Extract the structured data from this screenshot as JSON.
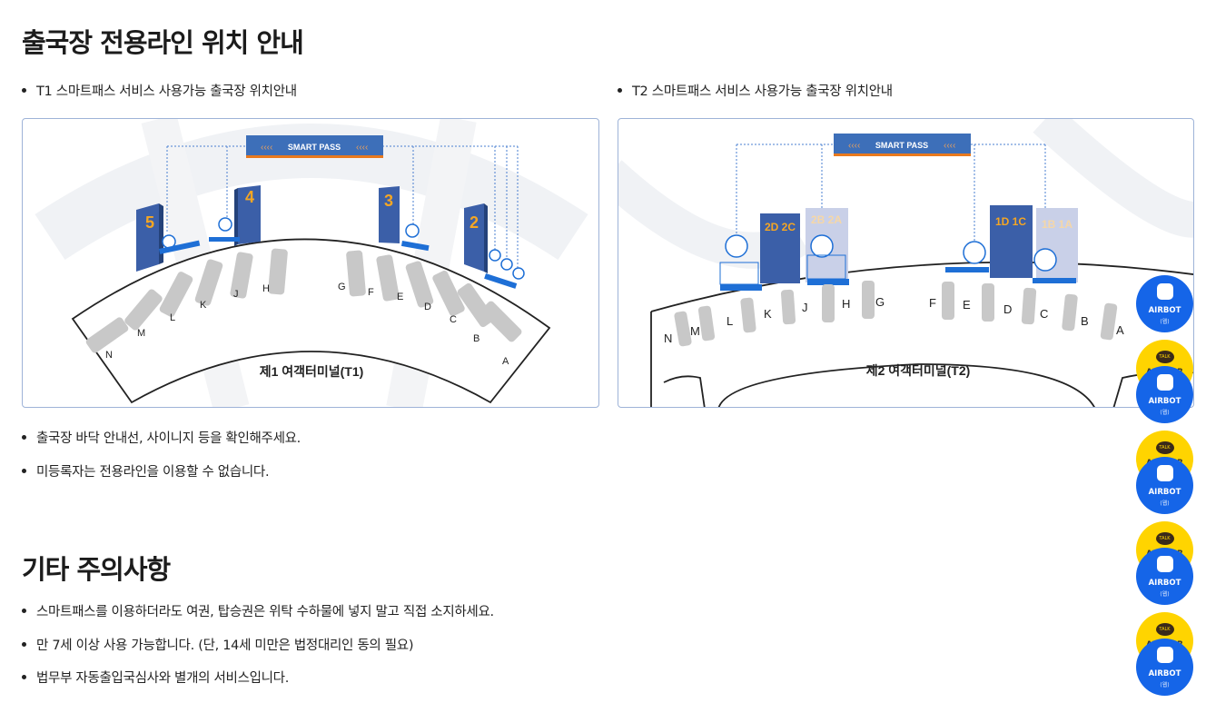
{
  "section1": {
    "title": "출국장 전용라인 위치 안내",
    "t1_caption": "T1 스마트패스 서비스 사용가능 출국장 위치안내",
    "t2_caption": "T2 스마트패스 서비스 사용가능 출국장 위치안내",
    "notes": [
      "출국장 바닥 안내선, 사이니지 등을 확인해주세요.",
      "미등록자는 전용라인을 이용할 수 없습니다."
    ]
  },
  "t1_map": {
    "banner": "SMART PASS",
    "terminal_label": "제1 여객터미널(T1)",
    "gates": [
      "5",
      "4",
      "3",
      "2"
    ],
    "counters": [
      "N",
      "M",
      "L",
      "K",
      "J",
      "H",
      "G",
      "F",
      "E",
      "D",
      "C",
      "B",
      "A"
    ]
  },
  "t2_map": {
    "banner": "SMART PASS",
    "terminal_label": "제2 여객터미널(T2)",
    "gates": [
      "2D 2C",
      "2B 2A",
      "1D 1C",
      "1B 1A"
    ],
    "counters": [
      "N",
      "M",
      "L",
      "K",
      "J",
      "H",
      "G",
      "F",
      "E",
      "D",
      "C",
      "B",
      "A"
    ]
  },
  "section2": {
    "title": "기타 주의사항",
    "notes": [
      "스마트패스를 이용하더라도 여권, 탑승권은 위탁 수하물에 넣지 말고 직접 소지하세요.",
      "만 7세 이상 사용 가능합니다. (단, 14세 미만은 법정대리인 동의 필요)",
      "법무부 자동출입국심사와 별개의 서비스입니다."
    ]
  },
  "floating": {
    "airbot_label": "AIRBOT",
    "airbot_sub": "(웹)",
    "airstar_label": "AIRSTAR",
    "talk_label": "TALK"
  },
  "colors": {
    "accent": "#1565e8",
    "gate_blue": "#3b5fa8",
    "banner_orange": "#e8791e",
    "kakao_yellow": "#ffd400"
  }
}
